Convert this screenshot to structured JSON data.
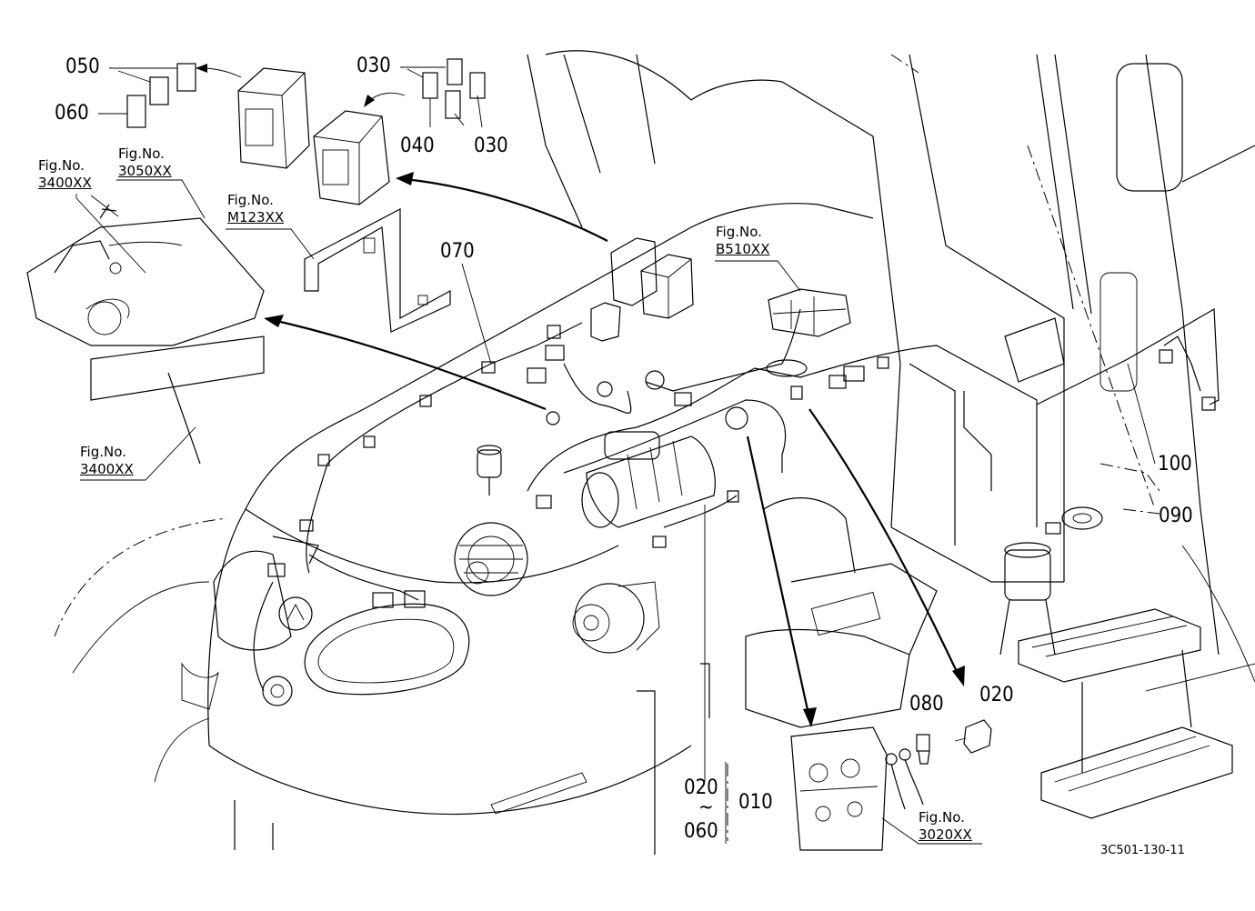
{
  "callouts": {
    "c050": "050",
    "c060": "060",
    "c030_top": "030",
    "c040": "040",
    "c030_bottom": "030",
    "c070": "070",
    "c100": "100",
    "c090": "090",
    "c080": "080",
    "c020_right": "020",
    "c020_bottom": "020",
    "tilde": "~",
    "c060_bottom": "060",
    "c010": "010"
  },
  "figure_refs": [
    {
      "prefix": "Fig.No.",
      "code": "3400XX"
    },
    {
      "prefix": "Fig.No.",
      "code": "3050XX"
    },
    {
      "prefix": "Fig.No.",
      "code": "M123XX"
    },
    {
      "prefix": "Fig.No.",
      "code": "B510XX"
    },
    {
      "prefix": "Fig.No.",
      "code": "3400XX"
    },
    {
      "prefix": "Fig.No.",
      "code": "3020XX"
    }
  ],
  "drawing_number": "3C501-130-11"
}
